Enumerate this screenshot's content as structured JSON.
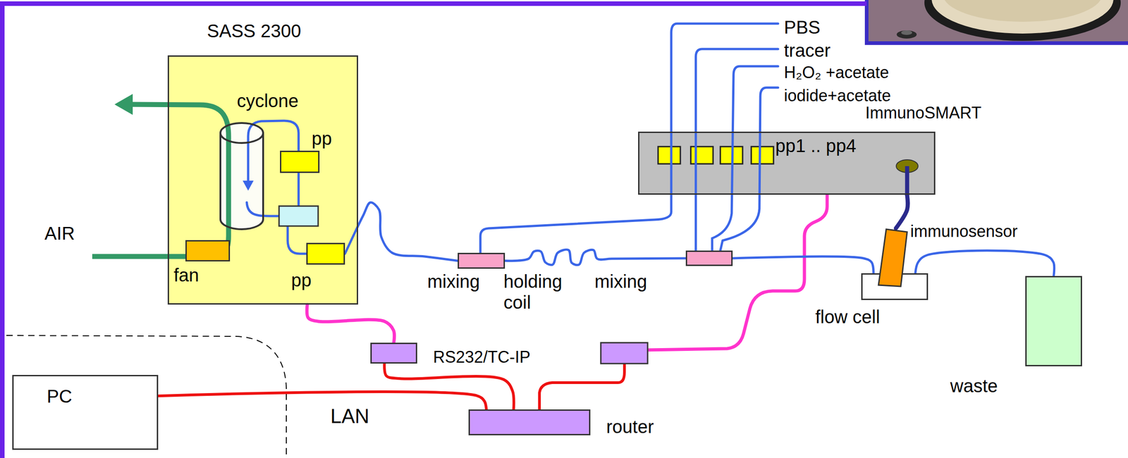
{
  "diagram": {
    "nodes": [
      {
        "text": [
          "SASS 2300"
        ]
      },
      {
        "text": [
          "cyclone"
        ],
        "in": 0
      },
      {
        "text": [
          "pp"
        ],
        "in": 0
      },
      {
        "text": [
          "fan"
        ],
        "in": 0
      },
      {
        "text": [
          "pp"
        ],
        "in": 0
      },
      {
        "text": [
          "ImmunoSMART",
          "pp1 .. pp4"
        ]
      },
      {
        "text": [
          "mixing"
        ]
      },
      {
        "text": [
          "mixing"
        ]
      },
      {
        "text": [
          "immunosensor"
        ]
      },
      {
        "text": [
          "flow cell"
        ]
      },
      {
        "text": [
          "waste"
        ]
      },
      {
        "text": [
          "PC"
        ]
      },
      {
        "text": [
          "RS232/TC-IP"
        ]
      },
      {
        "text": [
          "router"
        ]
      }
    ],
    "edges": [
      {
        "from": 4,
        "to": 6,
        "arrow": "none"
      },
      {
        "from": 6,
        "to": 7,
        "arrow": "none"
      },
      {
        "from": 7,
        "to": 9,
        "arrow": "none"
      },
      {
        "from": 9,
        "to": 10,
        "arrow": "none"
      },
      {
        "from": 5,
        "to": 8,
        "arrow": "none"
      },
      {
        "from": 0,
        "to": 12,
        "arrow": "none"
      },
      {
        "from": 12,
        "to": 13,
        "arrow": "none"
      },
      {
        "from": 11,
        "to": 13,
        "arrow": "none"
      }
    ],
    "labels": [
      "AIR",
      "PBS",
      "tracer",
      "H₂O₂ +acetate",
      "iodide+acetate",
      "holding coil",
      "LAN"
    ]
  }
}
